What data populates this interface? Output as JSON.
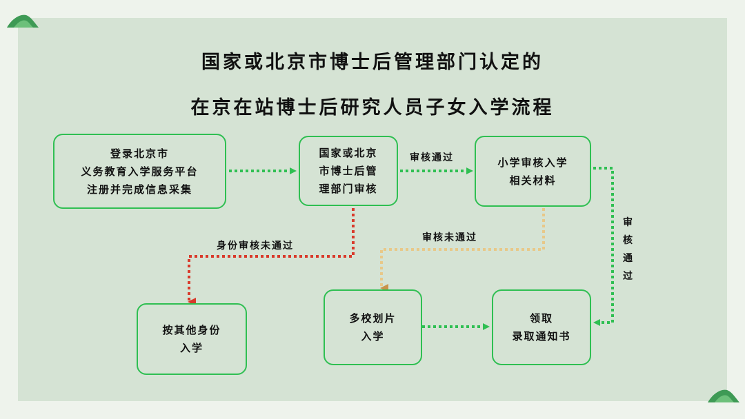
{
  "title": {
    "line1": "国家或北京市博士后管理部门认定的",
    "line2": "在京在站博士后研究人员子女入学流程"
  },
  "nodes": {
    "register": "登录北京市\n义务教育入学服务平台\n注册并完成信息采集",
    "postdoc_review": "国家或北京\n市博士后管\n理部门审核",
    "school_review": "小学审核入学\n相关材料",
    "other_identity": "按其他身份\n入学",
    "multi_school": "多校划片\n入学",
    "receive_notice": "领取\n录取通知书"
  },
  "labels": {
    "passed_top": "审核通过",
    "identity_failed": "身份审核未通过",
    "review_failed": "审核未通过",
    "passed_right": "审核通过"
  },
  "colors": {
    "green": "#2fbf52",
    "red": "#d93a2b",
    "orange": "#c9924a",
    "panel": "#d5e3d4",
    "background": "#eef3ec"
  }
}
